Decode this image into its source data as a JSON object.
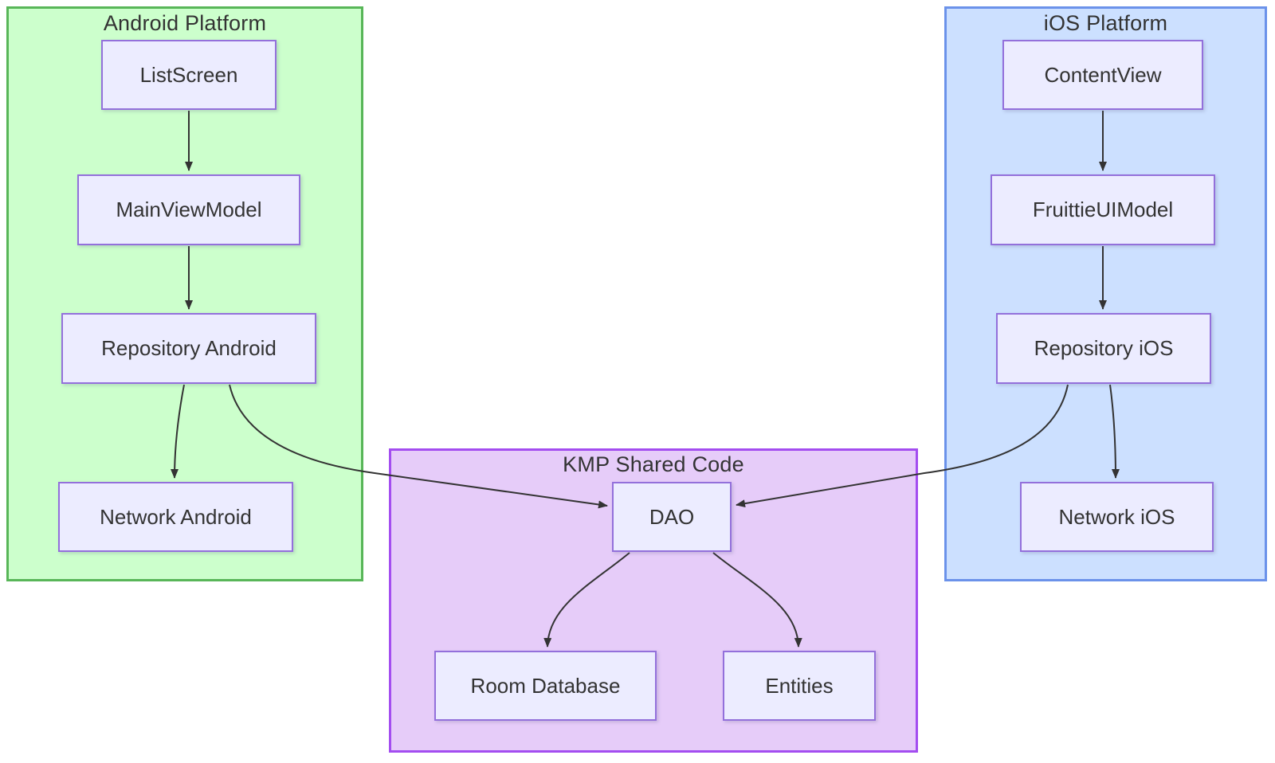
{
  "colors": {
    "edge": "#333333",
    "text": "#333333",
    "node-fill": "#ececff",
    "node-stroke": "#9370db",
    "android-fill": "#ccffcc",
    "android-stroke": "#58b658",
    "ios-fill": "#cce0ff",
    "ios-stroke": "#6b92ea",
    "kmp-fill": "#e6ccf9",
    "kmp-stroke": "#a34df0"
  },
  "diagram": {
    "type": "flowchart",
    "groups": [
      {
        "id": "android",
        "title": "Android Platform"
      },
      {
        "id": "ios",
        "title": "iOS Platform"
      },
      {
        "id": "kmp",
        "title": "KMP Shared Code"
      }
    ],
    "nodes": {
      "listscreen": "ListScreen",
      "mainviewmodel": "MainViewModel",
      "repository_android": "Repository Android",
      "network_android": "Network Android",
      "contentview": "ContentView",
      "fruittieuimodel": "FruittieUIModel",
      "repository_ios": "Repository iOS",
      "network_ios": "Network iOS",
      "dao": "DAO",
      "room_database": "Room Database",
      "entities": "Entities"
    },
    "edges": [
      {
        "from": "ListScreen",
        "to": "MainViewModel"
      },
      {
        "from": "MainViewModel",
        "to": "Repository Android"
      },
      {
        "from": "Repository Android",
        "to": "Network Android"
      },
      {
        "from": "Repository Android",
        "to": "DAO"
      },
      {
        "from": "ContentView",
        "to": "FruittieUIModel"
      },
      {
        "from": "FruittieUIModel",
        "to": "Repository iOS"
      },
      {
        "from": "Repository iOS",
        "to": "Network iOS"
      },
      {
        "from": "Repository iOS",
        "to": "DAO"
      },
      {
        "from": "DAO",
        "to": "Room Database"
      },
      {
        "from": "DAO",
        "to": "Entities"
      }
    ]
  }
}
